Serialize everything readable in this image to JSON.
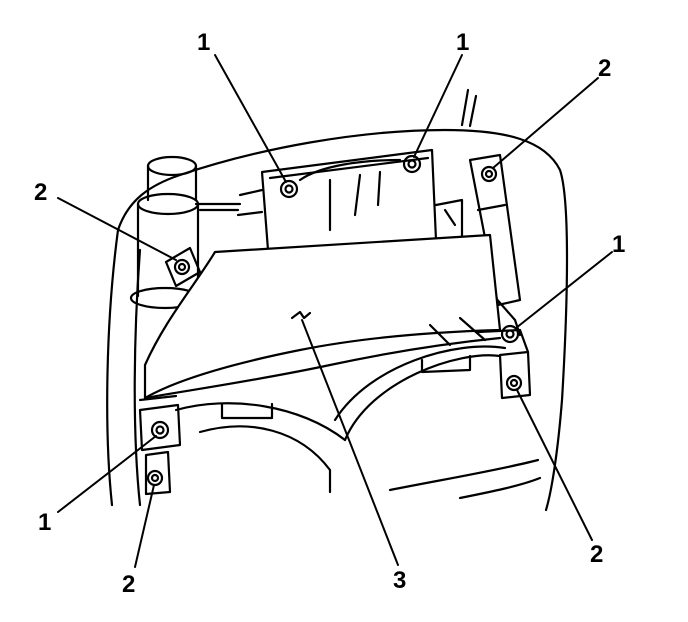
{
  "diagram": {
    "callouts": [
      {
        "id": "c1",
        "label": "1"
      },
      {
        "id": "c2",
        "label": "1"
      },
      {
        "id": "c3",
        "label": "2"
      },
      {
        "id": "c4",
        "label": "2"
      },
      {
        "id": "c5",
        "label": "1"
      },
      {
        "id": "c6",
        "label": "1"
      },
      {
        "id": "c7",
        "label": "2"
      },
      {
        "id": "c8",
        "label": "2"
      },
      {
        "id": "c9",
        "label": "3"
      }
    ],
    "colors": {
      "ink": "#000000",
      "paper": "#ffffff"
    }
  }
}
